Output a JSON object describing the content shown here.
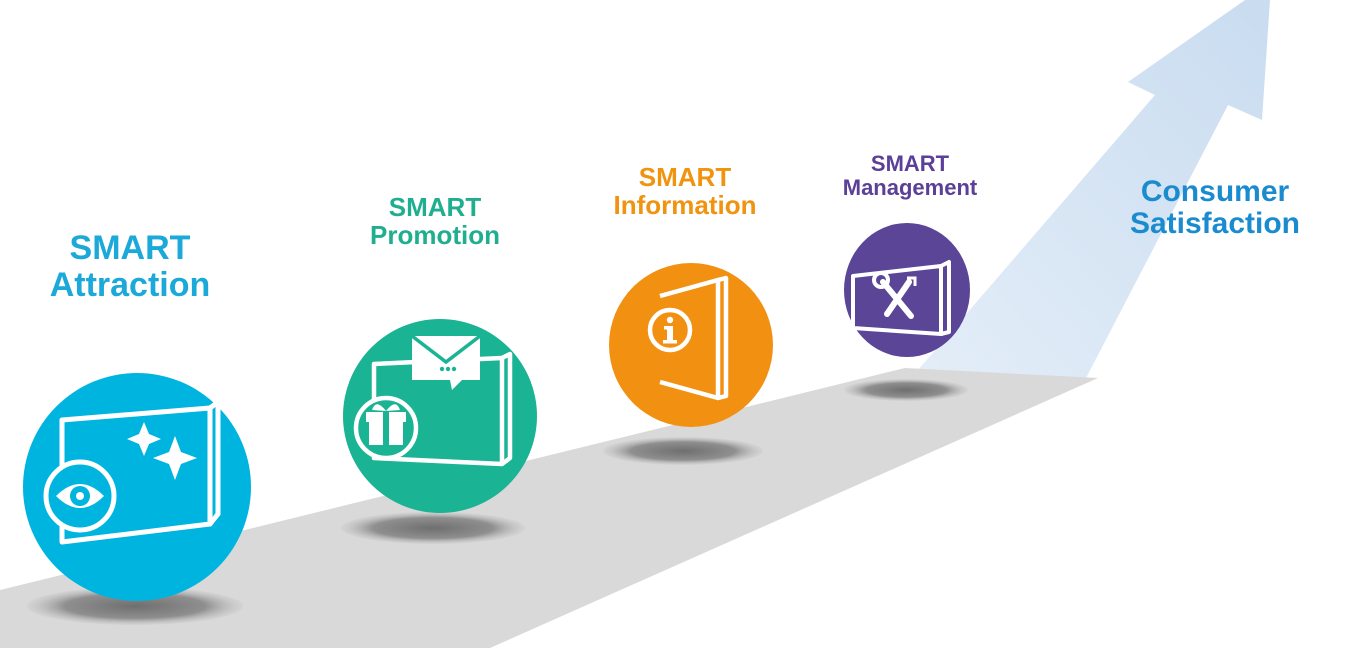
{
  "steps": [
    {
      "line1": "SMART",
      "line2": "Attraction",
      "color": "#00b4e0",
      "icon": "display-eye-sparkle-icon"
    },
    {
      "line1": "SMART",
      "line2": "Promotion",
      "color": "#1ab394",
      "icon": "display-envelope-gift-icon"
    },
    {
      "line1": "SMART",
      "line2": "Information",
      "color": "#f29111",
      "icon": "door-info-icon"
    },
    {
      "line1": "SMART",
      "line2": "Management",
      "color": "#5b4597",
      "icon": "display-tools-icon"
    }
  ],
  "goal": {
    "line1": "Consumer",
    "line2": "Satisfaction",
    "color": "#1b8bd0"
  },
  "colors": {
    "road": "#d6d6d6",
    "arrow": "#cfe0f2",
    "shadow": "#8a8a8a"
  }
}
